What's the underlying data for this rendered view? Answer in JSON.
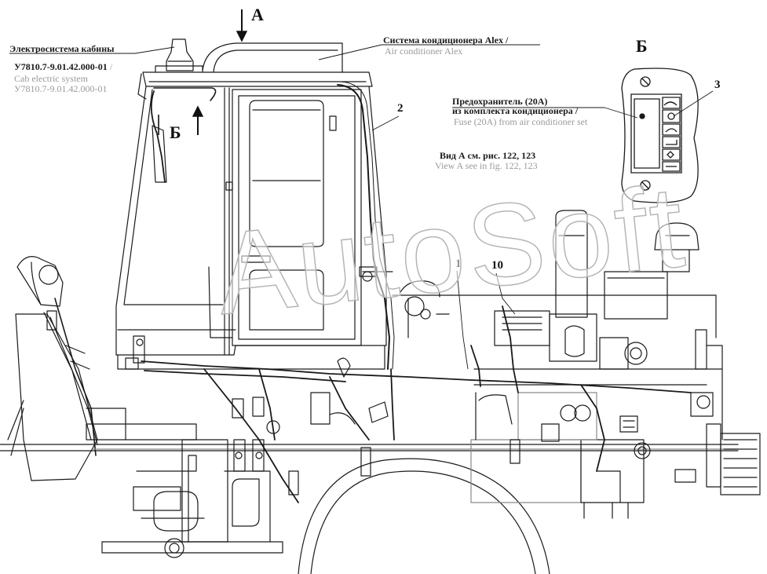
{
  "labels": {
    "cab_electric": {
      "ru": "Электросистема кабины",
      "code": "У7810.7-9.01.42.000-01",
      "slash": "/",
      "en": "Cab electric system",
      "en_code": "У7810.7-9.01.42.000-01"
    },
    "air_conditioner": {
      "ru": "Система кондиционера Alex /",
      "en": "Air conditioner Alex"
    },
    "fuse": {
      "ru_line1": "Предохранитель (20А)",
      "ru_line2": "из комплекта кондиционера /",
      "en": "Fuse (20A) from air conditioner set"
    },
    "view_a": {
      "ru": "Вид А см. рис. 122, 123",
      "en": "View A see in fig. 122, 123"
    }
  },
  "view_letters": {
    "a_top": "А",
    "b_cab": "Б",
    "b_detail": "Б"
  },
  "callouts": {
    "c1": "1",
    "c2": "2",
    "c3": "3",
    "c10": "10"
  },
  "watermark": "AutoSoft",
  "colors": {
    "line": "#1a1a1a",
    "light_line": "#8a8a8a",
    "label_dark": "#1a1a1a",
    "label_gray": "#9a9a9a",
    "watermark_stroke": "#b5b5b5"
  }
}
